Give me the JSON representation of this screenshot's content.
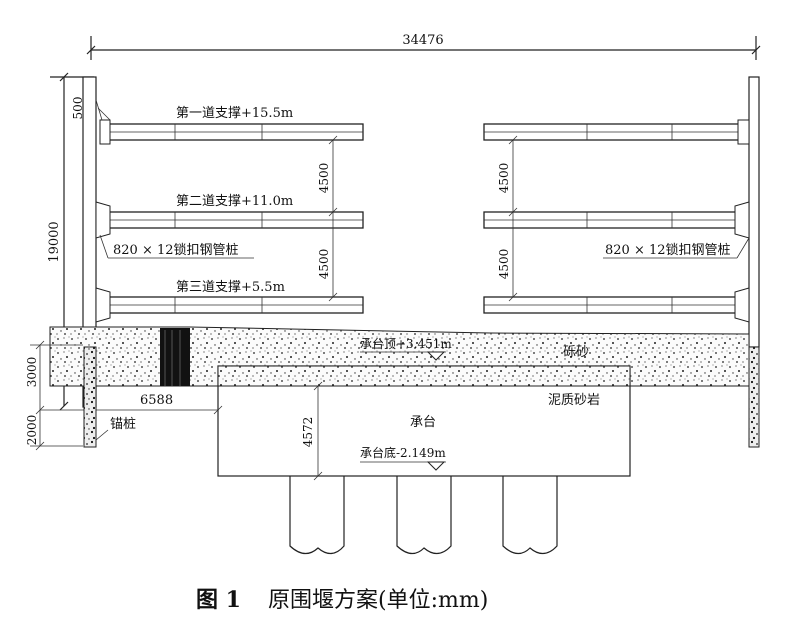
{
  "dimensions": {
    "total_width": "34476",
    "total_height": "19000",
    "top_offset": "500",
    "spacing_upper_left": "4500",
    "spacing_lower_left": "4500",
    "spacing_upper_right": "4500",
    "spacing_lower_right": "4500",
    "soil_layer": "3000",
    "anchor_depth": "2000",
    "cap_offset": "6588",
    "cap_height": "4572"
  },
  "labels": {
    "strut1": "第一道支撑+15.5m",
    "strut2": "第二道支撑+11.0m",
    "strut3": "第三道支撑+5.5m",
    "pile_left": "820 × 12锁扣钢管桩",
    "pile_right": "820 × 12锁扣钢管桩",
    "cap_top": "承台顶+3.451m",
    "sand": "砾砂",
    "mudstone": "泥质砂岩",
    "cap": "承台",
    "cap_bottom": "承台底-2.149m",
    "anchor_pile": "锚桩"
  },
  "caption": {
    "figure_no": "图 1",
    "title": "原围堰方案(单位:mm)"
  }
}
